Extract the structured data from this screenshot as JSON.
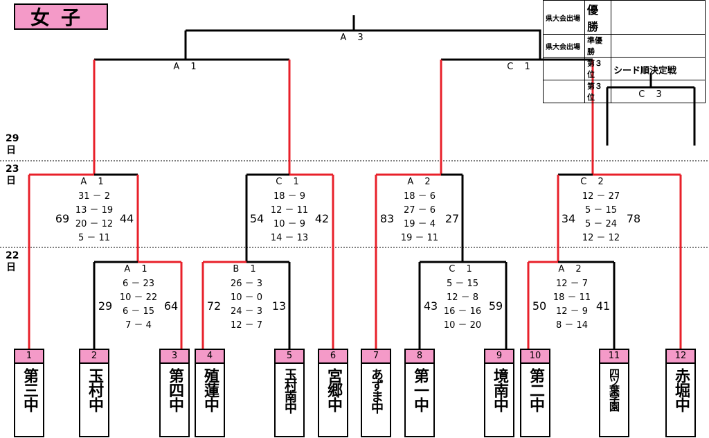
{
  "title": "女子",
  "days": {
    "d29": "29\n日",
    "d23": "23\n日",
    "d22": "22\n日"
  },
  "legend": [
    {
      "qual": "県大会出場",
      "rank": "優勝"
    },
    {
      "qual": "県大会出場",
      "rank": "準優勝"
    },
    {
      "qual": "",
      "rank": "第３位"
    },
    {
      "qual": "",
      "rank": "第３位"
    }
  ],
  "seed_title": "シード順決定戦",
  "courts": {
    "final": "A 3",
    "semi_left": "A 1",
    "semi_right": "C 1",
    "seed": "C 3",
    "q1": "A 1",
    "q2": "C 1",
    "q3": "A 2",
    "q4": "C 2",
    "r1": "A 1",
    "r2": "B 1",
    "r3": "C 1",
    "r4": "A 2"
  },
  "teams": [
    {
      "no": "1",
      "name": "第三中"
    },
    {
      "no": "2",
      "name": "玉村中"
    },
    {
      "no": "3",
      "name": "第四中"
    },
    {
      "no": "4",
      "name": "殖蓮中"
    },
    {
      "no": "5",
      "name": "玉村南中"
    },
    {
      "no": "6",
      "name": "宮郷中"
    },
    {
      "no": "7",
      "name": "あずま中"
    },
    {
      "no": "8",
      "name": "第一中"
    },
    {
      "no": "9",
      "name": "境南中"
    },
    {
      "no": "10",
      "name": "第二中"
    },
    {
      "no": "11",
      "name": "四ツ葉学園"
    },
    {
      "no": "12",
      "name": "赤堀中"
    }
  ],
  "round1": [
    {
      "left_total": "29",
      "right_total": "64",
      "quarters": [
        "6 － 23",
        "10 － 22",
        "6 － 15",
        "7 － 4"
      ]
    },
    {
      "left_total": "72",
      "right_total": "13",
      "quarters": [
        "26 － 3",
        "10 － 0",
        "24 － 3",
        "12 － 7"
      ]
    },
    {
      "left_total": "43",
      "right_total": "59",
      "quarters": [
        "5 － 15",
        "12 － 8",
        "16 － 16",
        "10 － 20"
      ]
    },
    {
      "left_total": "50",
      "right_total": "41",
      "quarters": [
        "12 － 7",
        "18 － 11",
        "12 － 9",
        "8 － 14"
      ]
    }
  ],
  "quarterfinals": [
    {
      "left_total": "69",
      "right_total": "44",
      "quarters": [
        "31 － 2",
        "13 － 19",
        "20 － 12",
        "5 － 11"
      ]
    },
    {
      "left_total": "54",
      "right_total": "42",
      "quarters": [
        "18 － 9",
        "12 － 11",
        "10 － 9",
        "14 － 13"
      ]
    },
    {
      "left_total": "83",
      "right_total": "27",
      "quarters": [
        "18 － 6",
        "27 － 6",
        "19 － 4",
        "19 － 11"
      ]
    },
    {
      "left_total": "34",
      "right_total": "78",
      "quarters": [
        "12 － 27",
        "5 － 15",
        "5 － 24",
        "12 － 12"
      ]
    }
  ],
  "colors": {
    "win": "#e8202a",
    "line": "#000000",
    "pink": "#f49ac8"
  }
}
